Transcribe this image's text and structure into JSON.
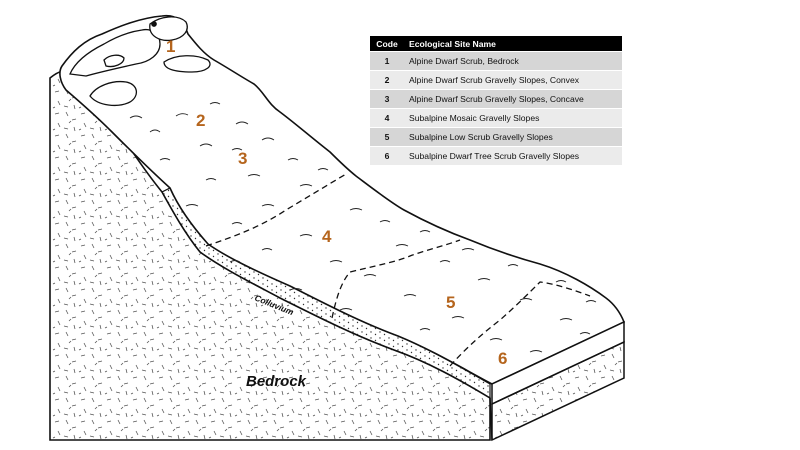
{
  "legend": {
    "header_code": "Code",
    "header_name": "Ecological Site Name",
    "rows": [
      {
        "code": "1",
        "name": "Alpine Dwarf Scrub, Bedrock"
      },
      {
        "code": "2",
        "name": "Alpine Dwarf Scrub Gravelly Slopes, Convex"
      },
      {
        "code": "3",
        "name": "Alpine Dwarf Scrub Gravelly Slopes, Concave"
      },
      {
        "code": "4",
        "name": "Subalpine Mosaic Gravelly Slopes"
      },
      {
        "code": "5",
        "name": "Subalpine Low Scrub Gravelly Slopes"
      },
      {
        "code": "6",
        "name": "Subalpine Dwarf Tree Scrub Gravelly Slopes"
      }
    ]
  },
  "zones": [
    "1",
    "2",
    "3",
    "4",
    "5",
    "6"
  ],
  "labels": {
    "bedrock": "Bedrock",
    "colluvium": "Colluvium"
  },
  "colors": {
    "zone_number": "#b5651d",
    "table_header": "#000000",
    "row_odd": "#d6d6d6",
    "row_even": "#ebebeb",
    "line": "#111111"
  }
}
